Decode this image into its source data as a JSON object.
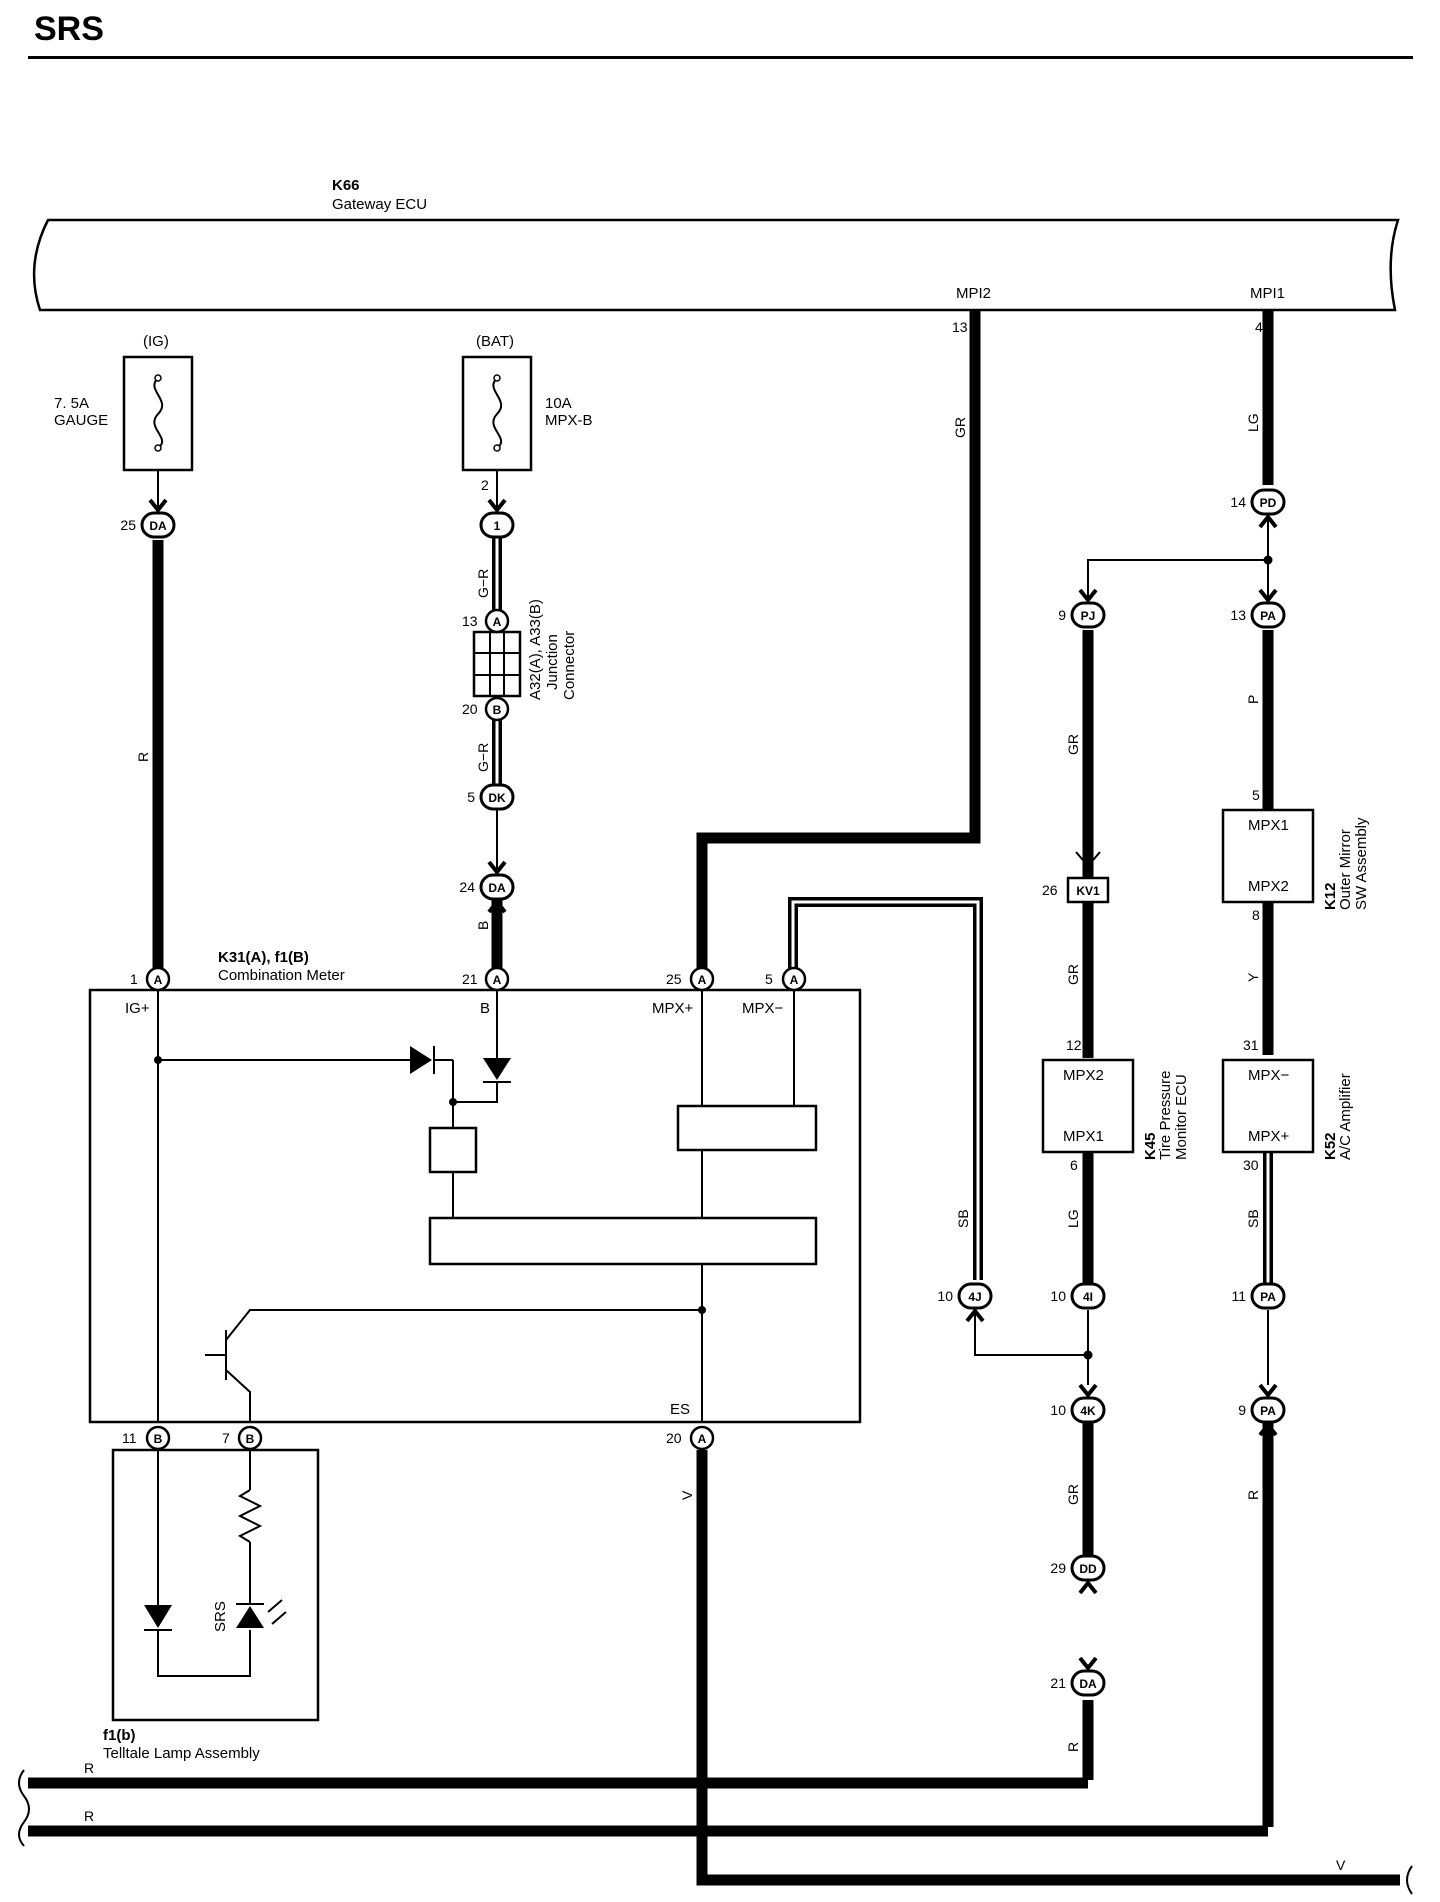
{
  "title": "SRS",
  "gateway": {
    "id": "K66",
    "name": "Gateway ECU",
    "term_mpi2": "MPI2",
    "term_mpi1": "MPI1",
    "pin_mpi2": "13",
    "pin_mpi1": "4"
  },
  "fuse_ig": {
    "supply": "(IG)",
    "rating": "7. 5A",
    "name": "GAUGE"
  },
  "fuse_bat": {
    "supply": "(BAT)",
    "rating": "10A",
    "name": "MPX-B",
    "pin": "2"
  },
  "junction": {
    "id": "A32(A), A33(B)",
    "name1": "Junction",
    "name2": "Connector",
    "pin_a": "13",
    "pin_b": "20"
  },
  "meter": {
    "id": "K31(A), f1(B)",
    "name": "Combination Meter",
    "t_ig": "IG+",
    "t_b": "B",
    "t_mpxp": "MPX+",
    "t_mpxm": "MPX−",
    "t_es": "ES",
    "p_ig": "1",
    "p_b": "21",
    "p_mpxp": "25",
    "p_mpxm": "5",
    "p_es": "20",
    "p_lamp1": "11",
    "p_lamp2": "7"
  },
  "telltale": {
    "id": "f1(b)",
    "name": "Telltale Lamp Assembly",
    "srs": "SRS"
  },
  "tpms": {
    "id": "K45",
    "name1": "Tire Pressure",
    "name2": "Monitor ECU",
    "t_top": "MPX2",
    "t_bot": "MPX1",
    "p_top": "12",
    "p_bot": "6"
  },
  "mirror": {
    "id": "K12",
    "name1": "Outer Mirror",
    "name2": "SW Assembly",
    "t_top": "MPX1",
    "t_bot": "MPX2",
    "p_top": "5",
    "p_bot": "8"
  },
  "ac": {
    "id": "K52",
    "name": "A/C Amplifier",
    "t_top": "MPX−",
    "t_bot": "MPX+",
    "p_top": "31",
    "p_bot": "30"
  },
  "connectors": {
    "da_ig": {
      "pin": "25",
      "code": "DA"
    },
    "c1": {
      "pin": "",
      "code": "1"
    },
    "dk": {
      "pin": "5",
      "code": "DK"
    },
    "da_b": {
      "pin": "24",
      "code": "DA"
    },
    "pd": {
      "pin": "14",
      "code": "PD"
    },
    "pj": {
      "pin": "9",
      "code": "PJ"
    },
    "pa13": {
      "pin": "13",
      "code": "PA"
    },
    "kv1": {
      "pin": "26",
      "code": "KV1"
    },
    "c4j": {
      "pin": "10",
      "code": "4J"
    },
    "c4i": {
      "pin": "10",
      "code": "4I"
    },
    "pa11": {
      "pin": "11",
      "code": "PA"
    },
    "c4k": {
      "pin": "10",
      "code": "4K"
    },
    "pa9": {
      "pin": "9",
      "code": "PA"
    },
    "dd": {
      "pin": "29",
      "code": "DD"
    },
    "da21": {
      "pin": "21",
      "code": "DA"
    }
  },
  "pin_codes": {
    "a": "A",
    "b": "B"
  },
  "wire_colors": {
    "mpi2": "GR",
    "mpi1": "LG",
    "ig": "R",
    "bat_top": "G−R",
    "bat_mid": "G−R",
    "bat_b": "B",
    "pj": "GR",
    "pa": "P",
    "kv1": "GR",
    "mirror_ac": "Y",
    "sb_left": "SB",
    "tpms_lg": "LG",
    "ac_sb": "SB",
    "meter_es": "V",
    "k4_gr": "GR",
    "da_r": "R",
    "pa_r": "R",
    "bus_r1": "R",
    "bus_r2": "R",
    "bus_v": "V"
  }
}
